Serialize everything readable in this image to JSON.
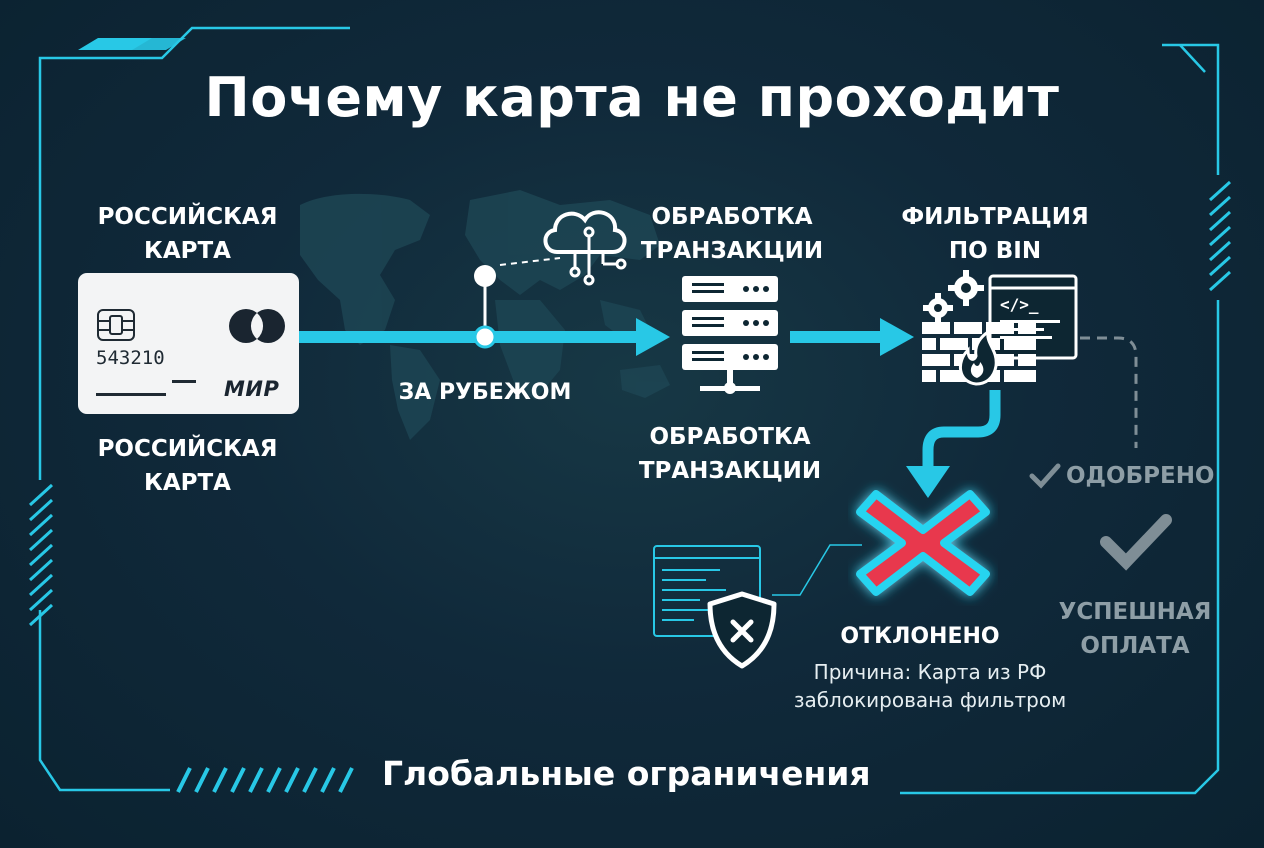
{
  "title": "Почему карта не проходит",
  "footer": "Глобальные ограничения",
  "card_section": {
    "label_top": "РОССИЙСКАЯ\nКАРТА",
    "label_bottom": "РОССИЙСКАЯ\nКАРТА",
    "card_number": "543210",
    "card_brand": "МИР"
  },
  "abroad_label": "ЗА РУБЕЖОМ",
  "processing": {
    "label_top": "ОБРАБОТКА\nТРАНЗАКЦИИ",
    "label_bottom": "ОБРАБОТКА\nТРАНЗАКЦИИ"
  },
  "filter": {
    "label": "ФИЛЬТРАЦИЯ\nПО BIN"
  },
  "approved": {
    "label": "ОДОБРЕНО",
    "success_label": "УСПЕШНАЯ\nОПЛАТА"
  },
  "rejected": {
    "label": "ОТКЛОНЕНО",
    "reason": "Причина: Карта из РФ\nзаблокирована фильтром"
  },
  "colors": {
    "accent": "#28c8e6",
    "reject": "#e8394e",
    "muted": "#7f8e96",
    "background": "#0d2632"
  },
  "icons": [
    "cloud-network-icon",
    "server-icon",
    "gear-icon",
    "code-window-icon",
    "firewall-icon",
    "fire-icon",
    "shield-x-icon",
    "log-window-icon",
    "check-icon",
    "x-mark-icon",
    "chip-icon",
    "mastercard-logo-icon",
    "world-map-icon"
  ]
}
